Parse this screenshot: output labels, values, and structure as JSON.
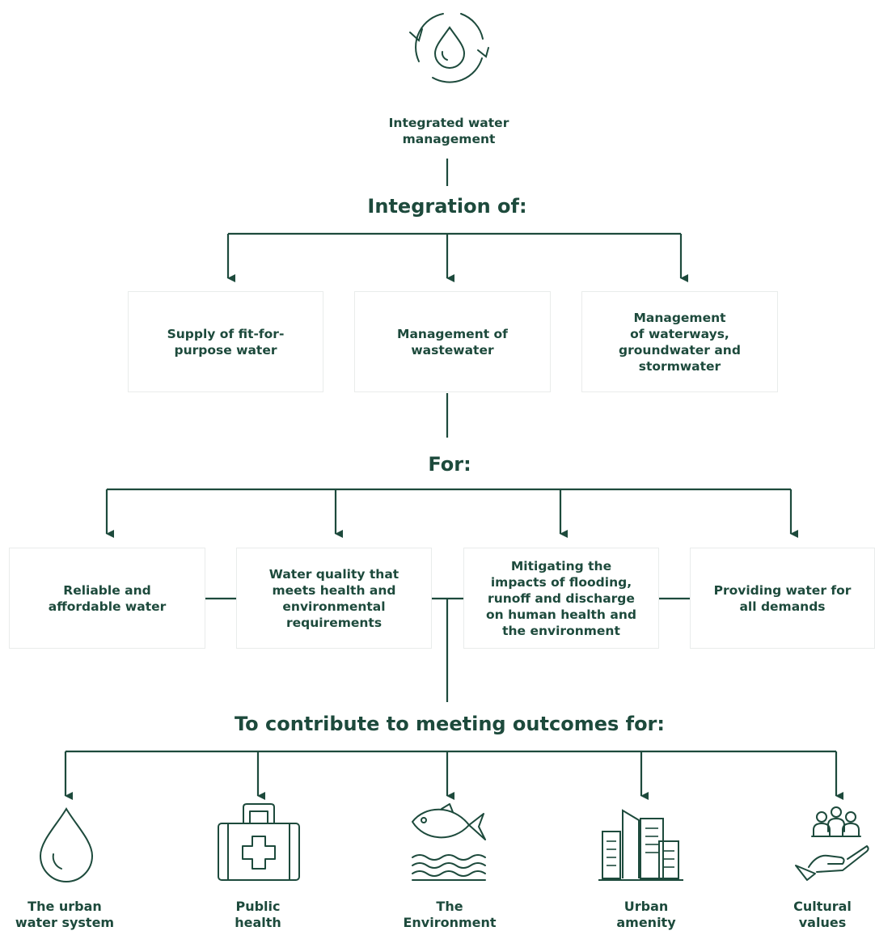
{
  "top": {
    "title": "Integrated water\nmanagement",
    "icon": "water-drop-cycle-icon"
  },
  "headings": {
    "integration": "Integration of:",
    "for": "For:",
    "contribute": "To contribute to meeting outcomes for:"
  },
  "integration_items": [
    "Supply of fit-for-\npurpose water",
    "Management of\nwastewater",
    "Management\nof waterways,\ngroundwater and\nstormwater"
  ],
  "for_items": [
    "Reliable and\naffordable water",
    "Water quality that\nmeets health and\nenvironmental\nrequirements",
    "Mitigating the\nimpacts of flooding,\nrunoff and discharge\non human health and\nthe environment",
    "Providing water for\nall demands"
  ],
  "outcomes": [
    {
      "label": "The urban\nwater system",
      "icon": "water-drop-icon"
    },
    {
      "label": "Public\nhealth",
      "icon": "first-aid-kit-icon"
    },
    {
      "label": "The\nEnvironment",
      "icon": "fish-water-icon"
    },
    {
      "label": "Urban\namenity",
      "icon": "city-buildings-icon"
    },
    {
      "label": "Cultural\nvalues",
      "icon": "people-hand-icon"
    }
  ],
  "colors": {
    "primary": "#1d4a3c",
    "box_border": "#e9eceb"
  }
}
